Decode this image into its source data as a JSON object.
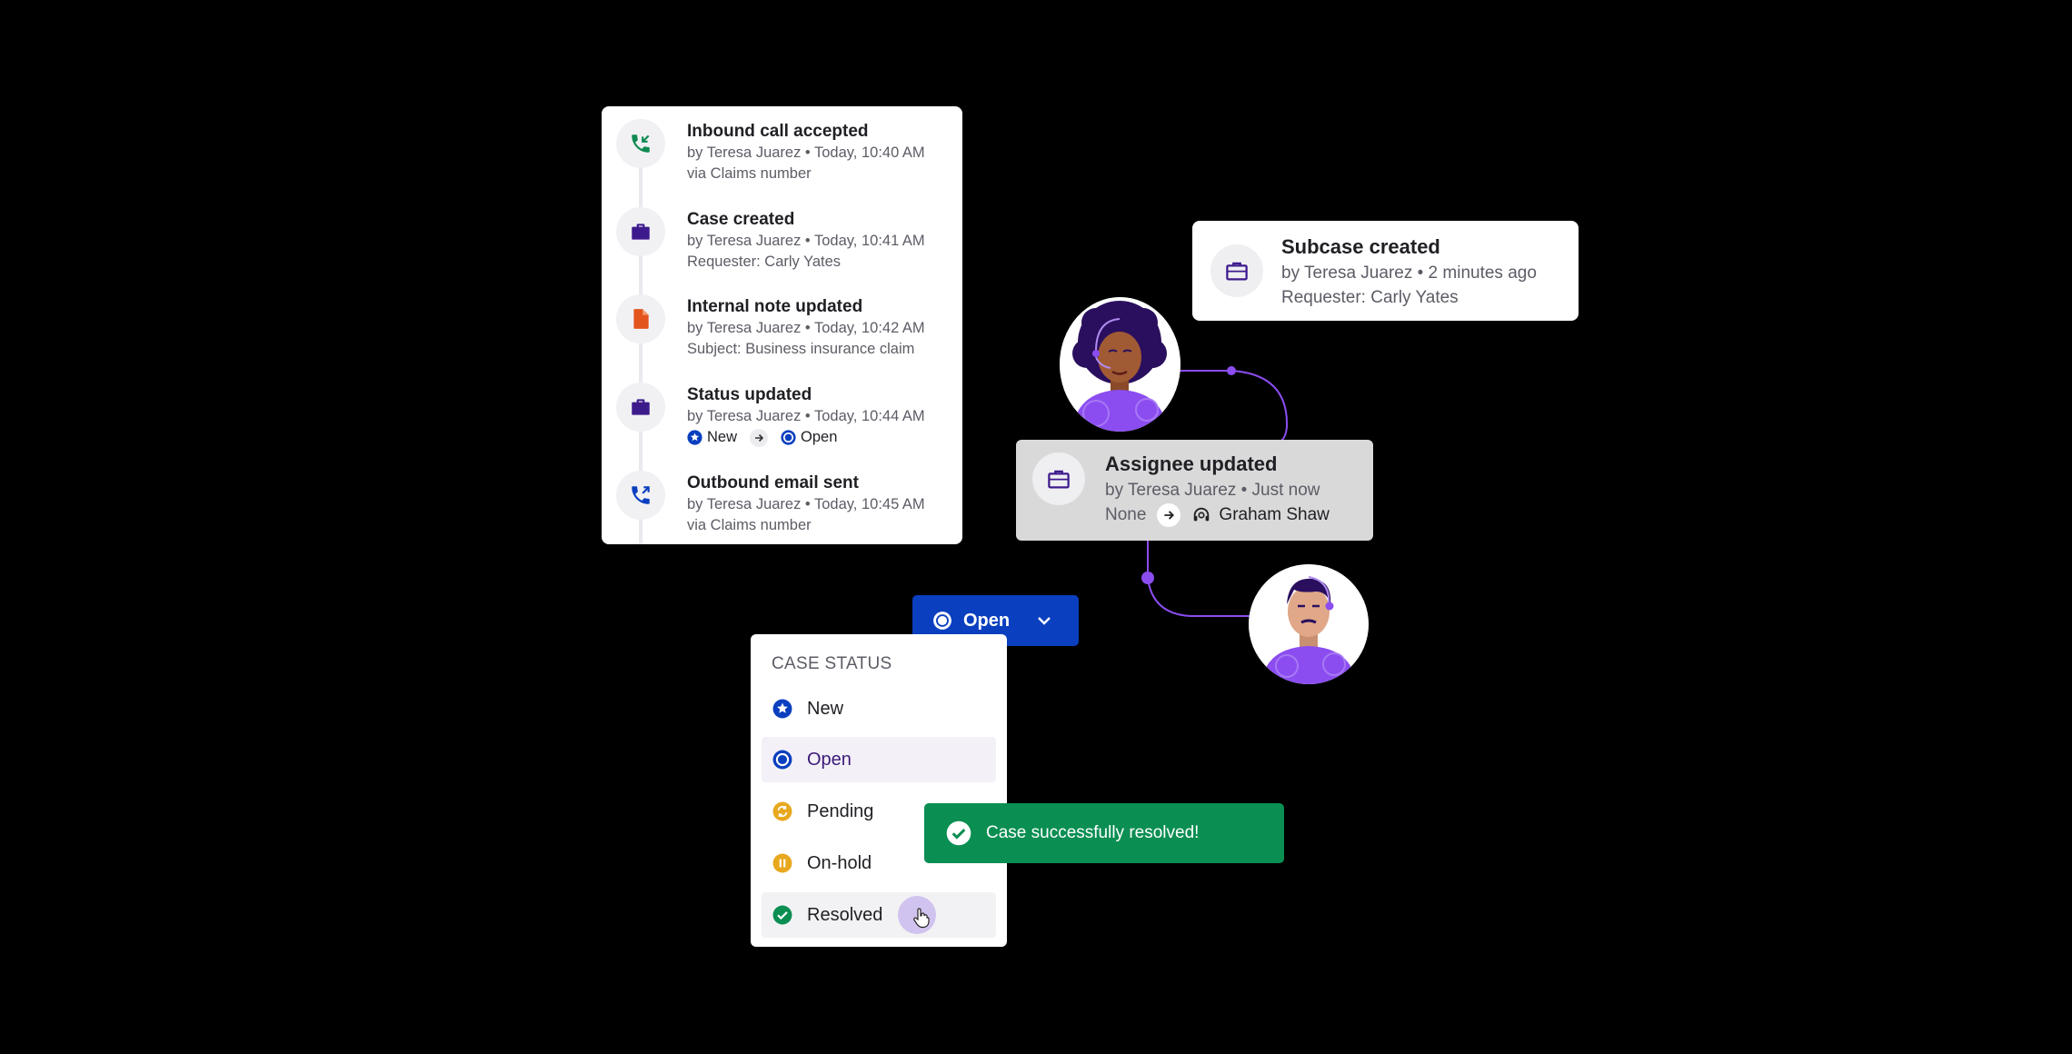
{
  "timeline": {
    "items": [
      {
        "icon": "inbound-call-icon",
        "title": "Inbound call accepted",
        "meta": "by Teresa Juarez • Today, 10:40 AM",
        "detail": "via Claims number"
      },
      {
        "icon": "briefcase-icon",
        "title": "Case created",
        "meta": "by Teresa Juarez • Today, 10:41 AM",
        "detail": "Requester: Carly Yates"
      },
      {
        "icon": "document-icon",
        "title": "Internal note updated",
        "meta": "by Teresa Juarez • Today, 10:42 AM",
        "detail": "Subject: Business insurance claim"
      },
      {
        "icon": "briefcase-icon",
        "title": "Status updated",
        "meta": "by Teresa Juarez • Today, 10:44 AM",
        "from_status": "New",
        "to_status": "Open"
      },
      {
        "icon": "outbound-call-icon",
        "title": "Outbound email sent",
        "meta": "by Teresa Juarez • Today, 10:45 AM",
        "detail": "via Claims number"
      }
    ]
  },
  "subcase": {
    "title": "Subcase created",
    "meta": "by Teresa Juarez • 2 minutes ago",
    "detail": "Requester: Carly Yates"
  },
  "assignee": {
    "title": "Assignee updated",
    "meta": "by Teresa Juarez • Just now",
    "from": "None",
    "to": "Graham Shaw"
  },
  "status_button": {
    "label": "Open"
  },
  "status_menu": {
    "header": "CASE STATUS",
    "items": [
      {
        "label": "New",
        "icon": "star-icon"
      },
      {
        "label": "Open",
        "icon": "open-status-icon"
      },
      {
        "label": "Pending",
        "icon": "pending-icon"
      },
      {
        "label": "On-hold",
        "icon": "pause-icon"
      },
      {
        "label": "Resolved",
        "icon": "check-icon"
      }
    ],
    "selected": "Open",
    "hovered": "Resolved"
  },
  "toast": {
    "message": "Case successfully resolved!"
  },
  "colors": {
    "brand_purple": "#3d1a8c",
    "status_blue": "#0a3fbf",
    "success_green": "#0a8e52",
    "note_orange": "#e4551e",
    "pending_yellow": "#e8a81e",
    "inbound_green": "#0f8a52",
    "accent_violet": "#8b4df0"
  }
}
